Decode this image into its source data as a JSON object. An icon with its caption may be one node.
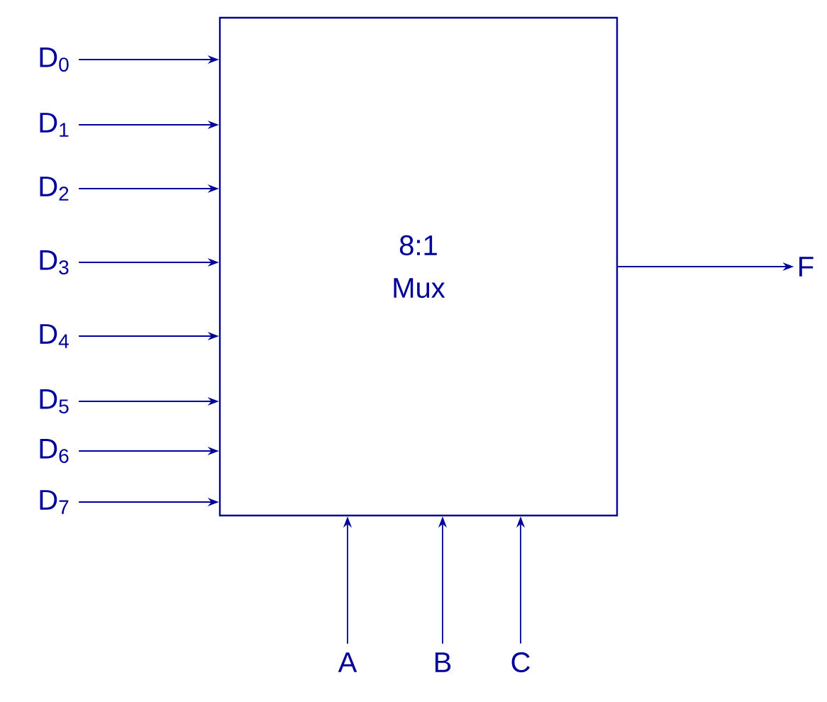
{
  "diagram": {
    "nodes": [
      {
        "text": [
          "8:1 Mux"
        ]
      },
      {
        "text": [
          "D$_{0}$"
        ]
      },
      {
        "text": [
          "D$_{1}$"
        ]
      },
      {
        "text": [
          "D$_{2}$"
        ]
      },
      {
        "text": [
          "D$_{3}$"
        ]
      },
      {
        "text": [
          "D$_{4}$"
        ]
      },
      {
        "text": [
          "D$_{5}$"
        ]
      },
      {
        "text": [
          "D$_{6}$"
        ]
      },
      {
        "text": [
          "D$_{7}$"
        ]
      },
      {
        "text": [
          "F"
        ]
      },
      {
        "text": [
          "A"
        ]
      },
      {
        "text": [
          "B"
        ]
      },
      {
        "text": [
          "C"
        ]
      }
    ],
    "edges": [
      {
        "from": 1,
        "to": 0,
        "arrow": "to"
      },
      {
        "from": 2,
        "to": 0,
        "arrow": "to"
      },
      {
        "from": 3,
        "to": 0,
        "arrow": "to"
      },
      {
        "from": 4,
        "to": 0,
        "arrow": "to"
      },
      {
        "from": 5,
        "to": 0,
        "arrow": "to"
      },
      {
        "from": 6,
        "to": 0,
        "arrow": "to"
      },
      {
        "from": 7,
        "to": 0,
        "arrow": "to"
      },
      {
        "from": 8,
        "to": 0,
        "arrow": "to"
      },
      {
        "from": 0,
        "to": 9,
        "arrow": "to"
      },
      {
        "from": 10,
        "to": 0,
        "arrow": "to"
      },
      {
        "from": 11,
        "to": 0,
        "arrow": "to"
      },
      {
        "from": 12,
        "to": 0,
        "arrow": "to"
      }
    ]
  }
}
